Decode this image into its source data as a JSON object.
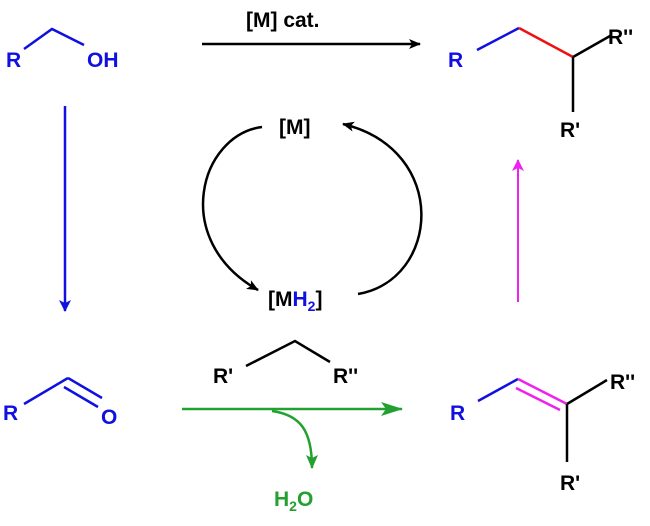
{
  "colors": {
    "blue": "#1010e0",
    "black": "#000000",
    "red": "#ee1111",
    "magenta": "#ee22ee",
    "green": "#22a030"
  },
  "alcohol": {
    "r": "R",
    "oh": "OH"
  },
  "top_arrow": {
    "label": "[M] cat."
  },
  "product": {
    "r": "R",
    "r2": "R''",
    "r1": "R'"
  },
  "cycle": {
    "catalyst": "[M]",
    "hydride_m": "[M",
    "hydride_h": "H",
    "hydride_sub": "2",
    "hydride_close": "]"
  },
  "aldehyde": {
    "r": "R",
    "o": "O"
  },
  "reagent": {
    "r1": "R'",
    "r2": "R''"
  },
  "byproduct": {
    "h": "H",
    "sub": "2",
    "o": "O"
  },
  "alkene": {
    "r": "R",
    "r2": "R''",
    "r1": "R'"
  }
}
